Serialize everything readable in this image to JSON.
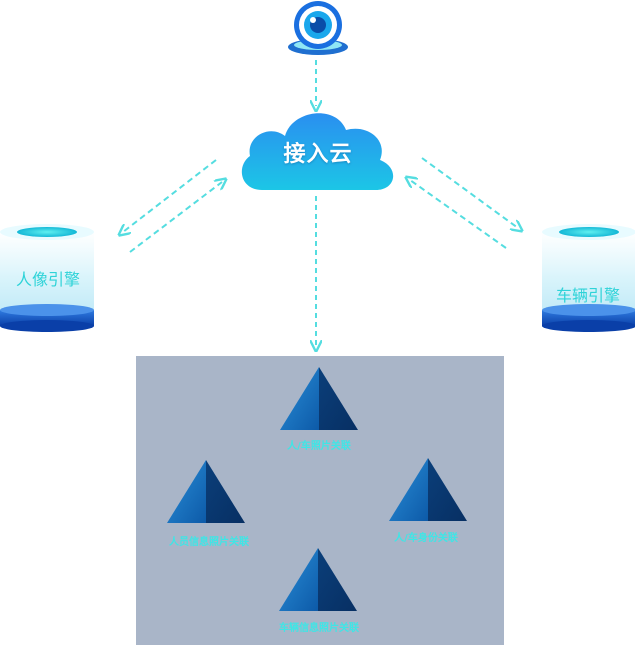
{
  "cloud": {
    "label": "接入云"
  },
  "engines": {
    "left": {
      "label": "人像引擎"
    },
    "right": {
      "label": "车辆引擎"
    }
  },
  "relations": {
    "top": "人/车照片关联",
    "left": "人员信息照片关联",
    "right": "人/车身份关联",
    "bottom": "车辆信息照片关联"
  },
  "colors": {
    "accent": "#1aa7ec",
    "arrow": "#55dde0",
    "label": "#3ee6e6",
    "panel": "#a9b5c8",
    "pyramid_dark": "#0b4f8f",
    "pyramid_light": "#2a8fd8"
  },
  "icons": [
    "camera-icon",
    "cloud-icon",
    "database-icon",
    "pyramid-icon"
  ]
}
